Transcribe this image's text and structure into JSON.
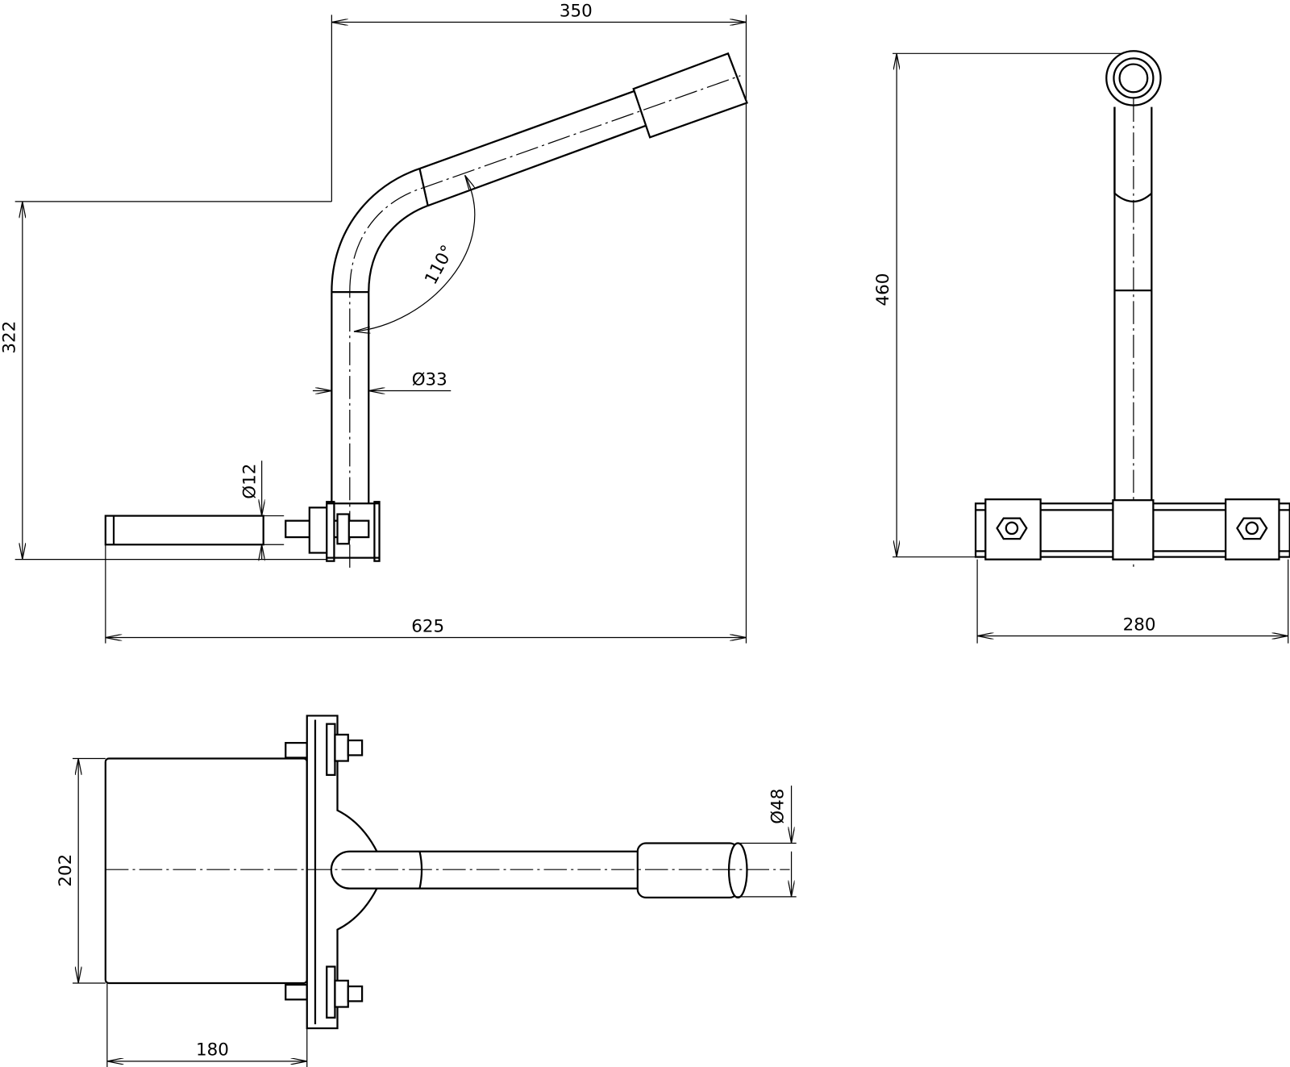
{
  "drawing": {
    "front_view": {
      "dim_width_top": "350",
      "dim_height": "322",
      "dim_angle": "110°",
      "dim_pipe_diameter": "Ø33",
      "dim_rod_diameter": "Ø12",
      "dim_total_length": "625"
    },
    "side_view": {
      "dim_height": "460",
      "dim_width": "280"
    },
    "top_view": {
      "dim_plate_height": "202",
      "dim_plate_width": "180",
      "dim_sleeve_diameter": "Ø48"
    }
  }
}
